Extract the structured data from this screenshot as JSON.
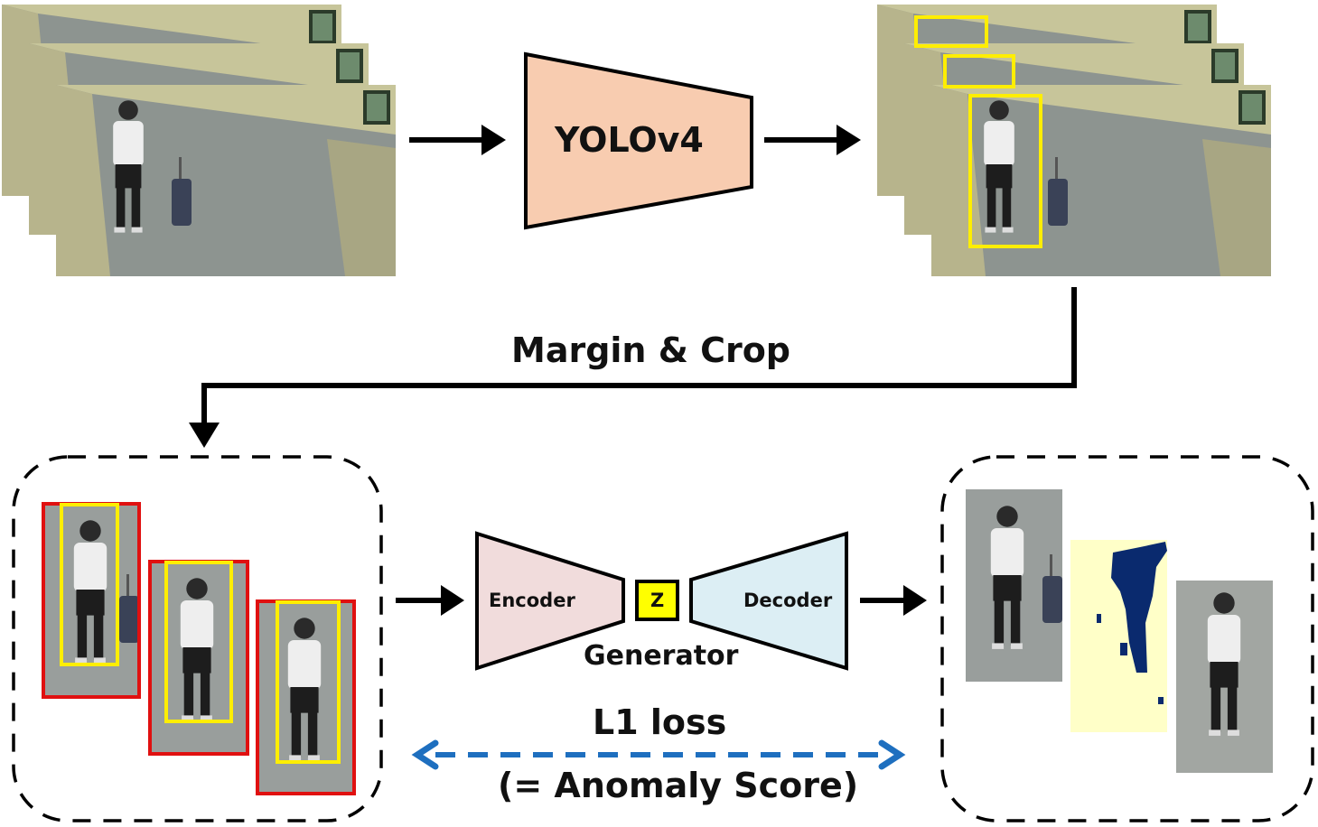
{
  "labels": {
    "detector": "YOLOv4",
    "margin_crop": "Margin & Crop",
    "encoder": "Encoder",
    "z": "Z",
    "decoder": "Decoder",
    "generator": "Generator",
    "l1_loss": "L1 loss",
    "anomaly_score": "(= Anomaly Score)"
  },
  "colors": {
    "detector_fill": "#f8ccb0",
    "encoder_fill": "#f1dcdc",
    "decoder_fill": "#dceef4",
    "z_fill": "#ffff00",
    "detection_box": "#ffee00",
    "margin_box": "#e01010",
    "dashed_arrow": "#1e6fbf",
    "anomaly_map_bg": "#ffffc8",
    "anomaly_map_fg": "#0a2a6e"
  }
}
